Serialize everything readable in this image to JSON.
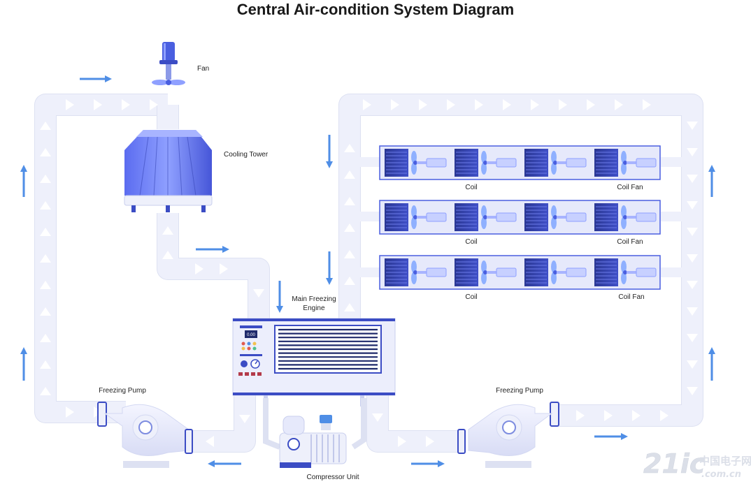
{
  "title": "Central Air-condition System Diagram",
  "labels": {
    "fan": "Fan",
    "cooling_tower": "Cooling Tower",
    "main_freezing_engine_line1": "Main Freezing",
    "main_freezing_engine_line2": "Engine",
    "freezing_pump_left": "Freezing Pump",
    "freezing_pump_right": "Freezing Pump",
    "compressor_unit": "Compressor Unit",
    "coil_row1": "Coil",
    "coil_fan_row1": "Coil Fan",
    "coil_row2": "Coil",
    "coil_fan_row2": "Coil Fan",
    "coil_row3": "Coil",
    "coil_fan_row3": "Coil Fan"
  },
  "engine_panel": {
    "display": "0.00"
  },
  "watermark": {
    "brand": "21ic",
    "cn": "中国电子网",
    "site": ".com.cn"
  },
  "colors": {
    "pipe": "#eef0fb",
    "flow_arrow": "#4f8ee6",
    "equipment_blue": "#4a5fe0",
    "coil_dark": "#2e3d9e"
  }
}
